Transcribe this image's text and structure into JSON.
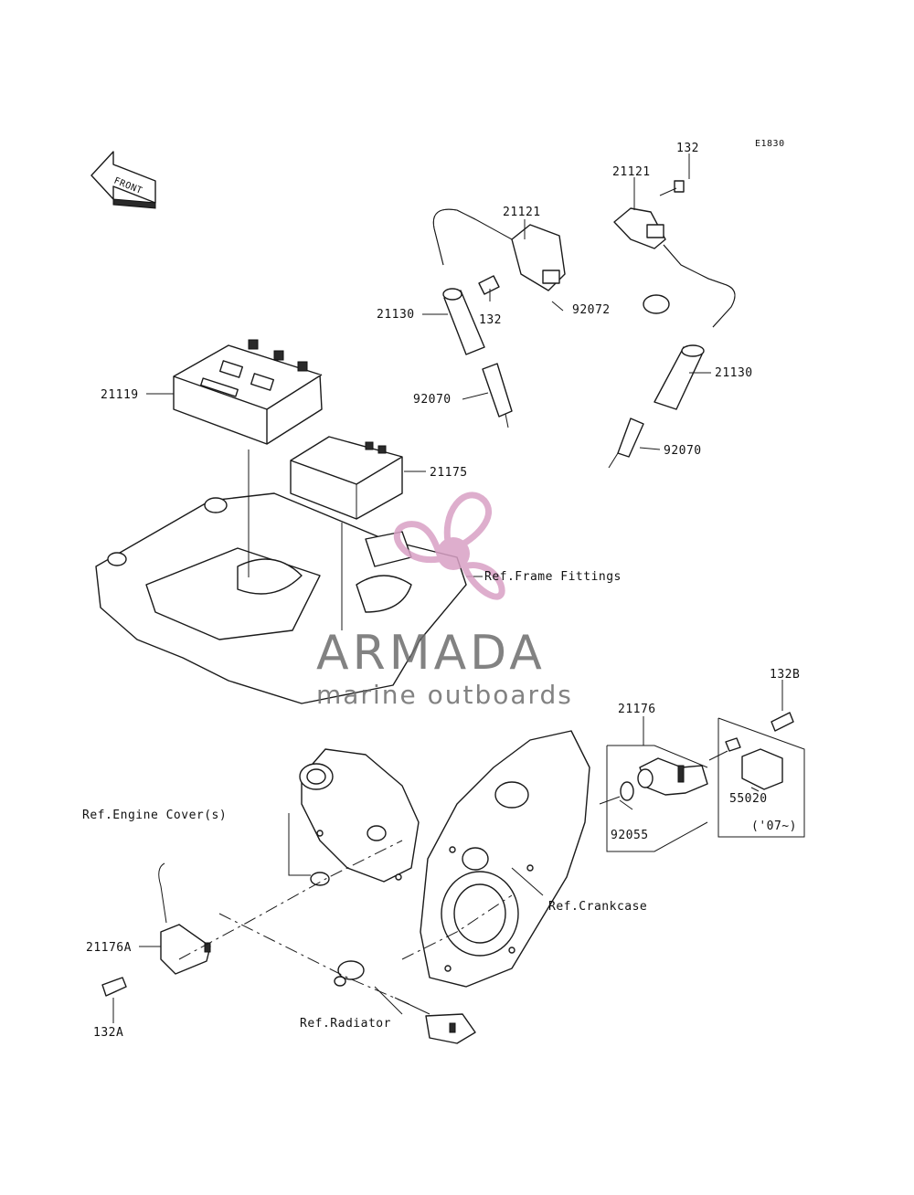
{
  "diagram_code": "E1830",
  "front_arrow_label": "FRONT",
  "watermark": {
    "brand": "ARMADA",
    "tagline": "marine outboards",
    "accent_color": "#d9a1c5",
    "text_color": "#6d6d6d"
  },
  "parts": {
    "p132_top": "132",
    "p21121_right": "21121",
    "p21121_left": "21121",
    "p21130_left": "21130",
    "p132_mid": "132",
    "p92072": "92072",
    "p21119": "21119",
    "p92070_left": "92070",
    "p21130_right": "21130",
    "p92070_right": "92070",
    "p21175": "21175",
    "p132B": "132B",
    "p21176": "21176",
    "p55020": "55020",
    "p92055": "92055",
    "p21176A": "21176A",
    "p132A": "132A",
    "note_07": "('07~)"
  },
  "references": {
    "frame_fittings": "Ref.Frame Fittings",
    "engine_cover": "Ref.Engine Cover(s)",
    "crankcase": "Ref.Crankcase",
    "radiator": "Ref.Radiator"
  }
}
